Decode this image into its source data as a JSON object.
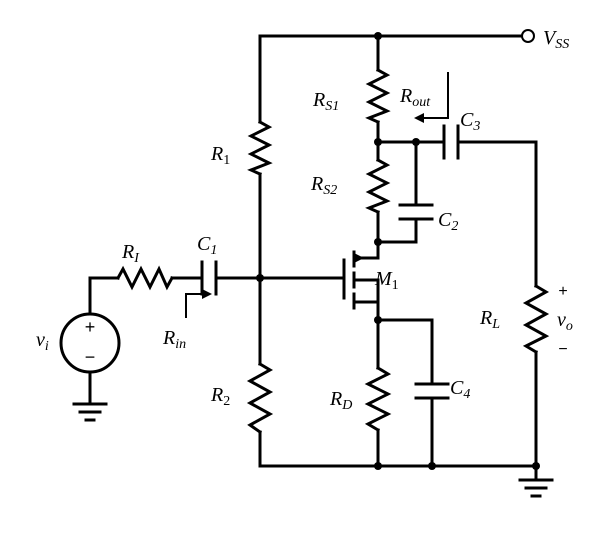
{
  "labels": {
    "vss": {
      "main": "V",
      "sub": "SS"
    },
    "rs1": {
      "main": "R",
      "sub": "S1"
    },
    "rout": {
      "main": "R",
      "sub": "out"
    },
    "c3": {
      "main": "C",
      "sub": "3"
    },
    "r1": {
      "main": "R",
      "sub": "1"
    },
    "rs2": {
      "main": "R",
      "sub": "S2"
    },
    "c2": {
      "main": "C",
      "sub": "2"
    },
    "ri": {
      "main": "R",
      "sub": "I"
    },
    "c1": {
      "main": "C",
      "sub": "1"
    },
    "m1": {
      "main": "M",
      "sub": "1"
    },
    "rin": {
      "main": "R",
      "sub": "in"
    },
    "vi": {
      "main": "v",
      "sub": "i"
    },
    "src_plus": "+",
    "src_minus": "−",
    "rl": {
      "main": "R",
      "sub": "L"
    },
    "vo": {
      "main": "v",
      "sub": "o"
    },
    "vo_plus": "+",
    "vo_minus": "−",
    "r2": {
      "main": "R",
      "sub": "2"
    },
    "rd": {
      "main": "R",
      "sub": "D"
    },
    "c4": {
      "main": "C",
      "sub": "4"
    }
  }
}
